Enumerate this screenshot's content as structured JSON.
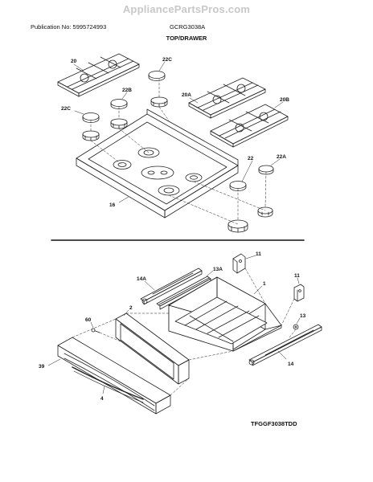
{
  "header": {
    "watermark": "AppliancePartsPros.com",
    "publication": "Publication No: 5995724993",
    "model": "GCRG3038A",
    "section_title": "TOP/DRAWER"
  },
  "labels": {
    "p20": "20",
    "p22C_top": "22C",
    "p22B": "22B",
    "p22C_left": "22C",
    "p20A": "20A",
    "p20B": "20B",
    "p22": "22",
    "p22A": "22A",
    "p16": "16",
    "p11a": "11",
    "p13A": "13A",
    "p14A": "14A",
    "p11b": "11",
    "p1": "1",
    "p2": "2",
    "p60": "60",
    "p13": "13",
    "p14": "14",
    "p39": "39",
    "p4": "4"
  },
  "footer": {
    "diagram_code": "TFGGF3038TDD"
  }
}
